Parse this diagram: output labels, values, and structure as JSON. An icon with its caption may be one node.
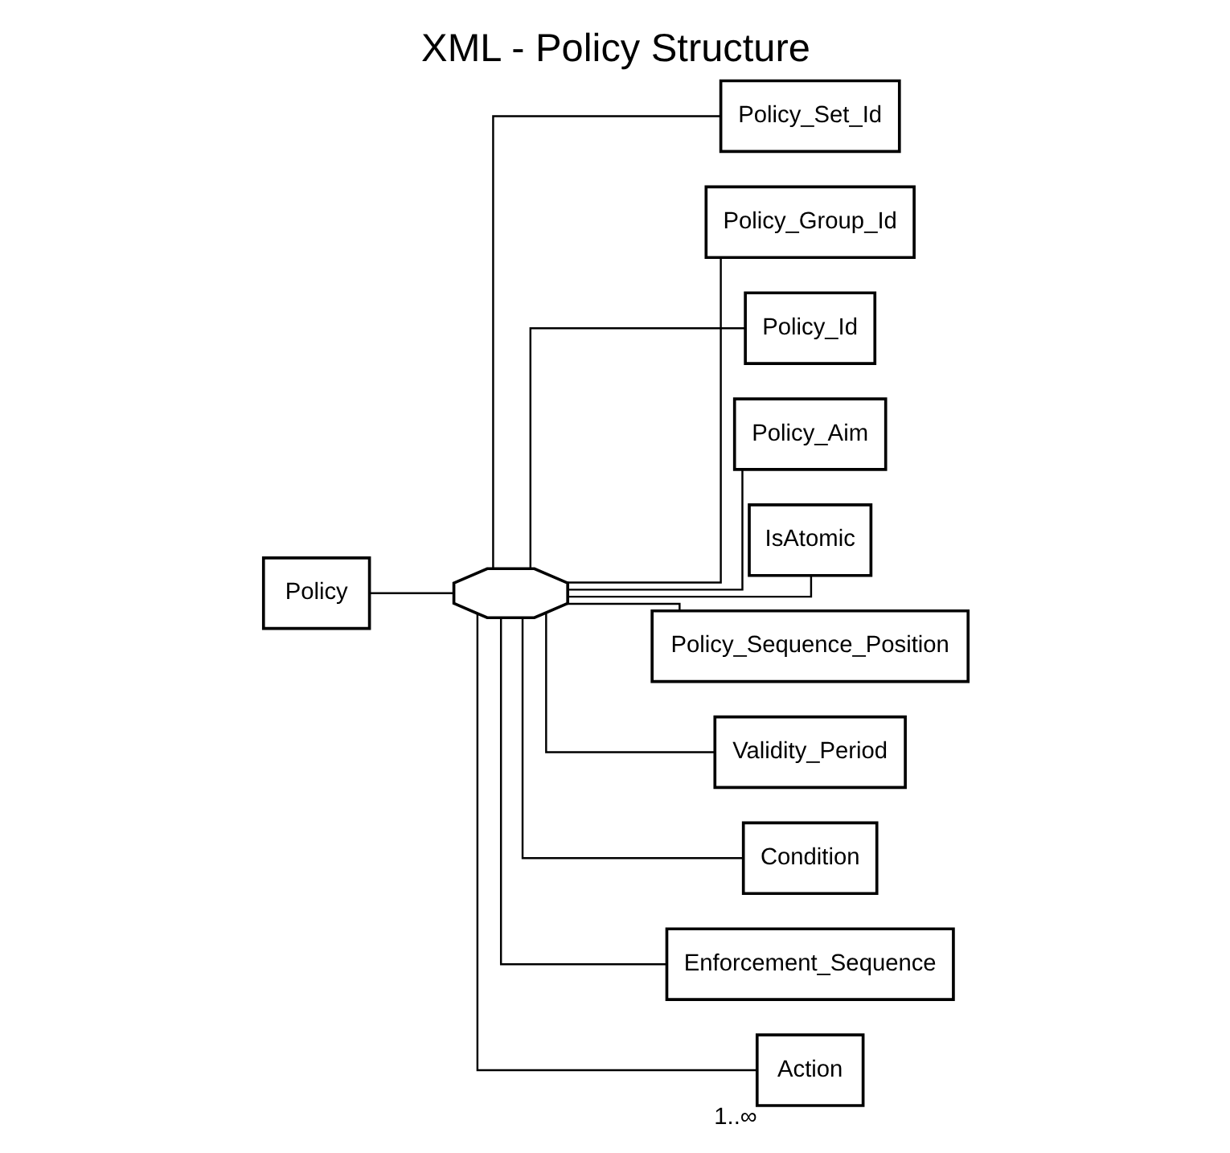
{
  "diagram": {
    "title": "XML - Policy Structure",
    "nodes": [
      {
        "text": [
          "Policy"
        ]
      },
      {
        "text": [],
        "shape": "octagon"
      },
      {
        "text": [
          "Policy_Set_Id"
        ]
      },
      {
        "text": [
          "Policy_Group_Id"
        ]
      },
      {
        "text": [
          "Policy_Id"
        ]
      },
      {
        "text": [
          "Policy_Aim"
        ]
      },
      {
        "text": [
          "IsAtomic"
        ]
      },
      {
        "text": [
          "Policy_Sequence_Position"
        ]
      },
      {
        "text": [
          "Validity_Period"
        ]
      },
      {
        "text": [
          "Condition"
        ]
      },
      {
        "text": [
          "Enforcement_Sequence"
        ]
      },
      {
        "text": [
          "Action"
        ],
        "beside": [
          "1..∞"
        ]
      }
    ],
    "edges": [
      {
        "from": 0,
        "to": 1,
        "arrow": "none"
      },
      {
        "from": 1,
        "to": 2,
        "arrow": "none"
      },
      {
        "from": 1,
        "to": 3,
        "arrow": "none"
      },
      {
        "from": 1,
        "to": 4,
        "arrow": "none"
      },
      {
        "from": 1,
        "to": 5,
        "arrow": "none"
      },
      {
        "from": 1,
        "to": 6,
        "arrow": "none"
      },
      {
        "from": 1,
        "to": 7,
        "arrow": "none"
      },
      {
        "from": 1,
        "to": 8,
        "arrow": "none"
      },
      {
        "from": 1,
        "to": 9,
        "arrow": "none"
      },
      {
        "from": 1,
        "to": 10,
        "arrow": "none"
      },
      {
        "from": 1,
        "to": 11,
        "arrow": "none"
      }
    ]
  }
}
